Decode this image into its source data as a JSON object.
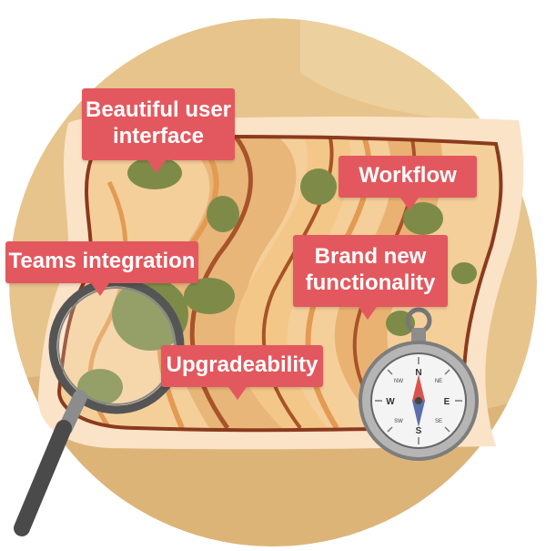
{
  "callouts": {
    "beautiful_ui": {
      "line1": "Beautiful user",
      "line2": "interface"
    },
    "workflow": "Workflow",
    "teams_integration": "Teams integration",
    "brand_new": {
      "line1": "Brand new",
      "line2": "functionality"
    },
    "upgradeability": "Upgradeability"
  },
  "compass_letters": {
    "north": "N",
    "south": "S",
    "east": "E",
    "west": "W"
  },
  "compass_minor": {
    "ne": "NE",
    "se": "SE",
    "sw": "SW",
    "nw": "NW"
  },
  "icons": [
    "map-illustration",
    "magnifying-glass-icon",
    "compass-icon"
  ],
  "colors": {
    "circle_bg": "#e6c48c",
    "map_paper": "#fbe3c8",
    "map_border": "#8b3a1e",
    "callout_red": "#e3585e",
    "green_patch": "#7e8b48",
    "compass_steel": "#9a9a9a"
  }
}
